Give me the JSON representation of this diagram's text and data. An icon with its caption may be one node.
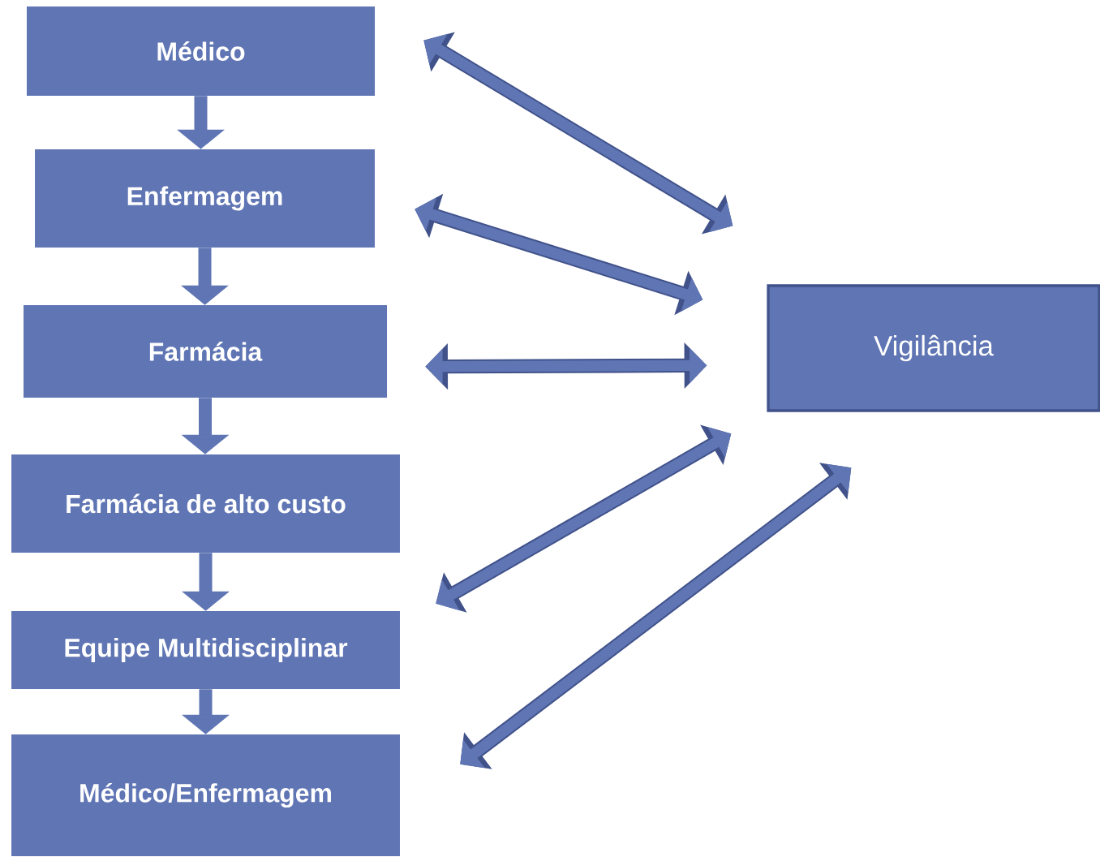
{
  "diagram": {
    "nodes": [
      {
        "text": [
          "Médico"
        ]
      },
      {
        "text": [
          "Enfermagem"
        ]
      },
      {
        "text": [
          "Farmácia"
        ]
      },
      {
        "text": [
          "Farmácia de alto custo"
        ]
      },
      {
        "text": [
          "Equipe Multidisciplinar"
        ]
      },
      {
        "text": [
          "Médico/Enfermagem"
        ]
      },
      {
        "text": [
          "Vigilância"
        ]
      }
    ],
    "edges": [
      {
        "from": 0,
        "to": 1,
        "arrow": "to"
      },
      {
        "from": 1,
        "to": 2,
        "arrow": "to"
      },
      {
        "from": 2,
        "to": 3,
        "arrow": "to"
      },
      {
        "from": 3,
        "to": 4,
        "arrow": "to"
      },
      {
        "from": 4,
        "to": 5,
        "arrow": "to"
      },
      {
        "from": 0,
        "to": 6,
        "arrow": "both"
      },
      {
        "from": 1,
        "to": 6,
        "arrow": "both"
      },
      {
        "from": 2,
        "to": 6,
        "arrow": "both"
      },
      {
        "from": 4,
        "to": 6,
        "arrow": "both"
      },
      {
        "from": 5,
        "to": 6,
        "arrow": "both"
      }
    ]
  }
}
